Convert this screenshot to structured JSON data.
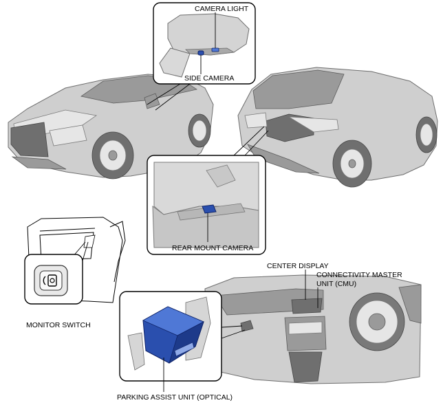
{
  "labels": {
    "camera_light": "CAMERA LIGHT",
    "side_camera": "SIDE CAMERA",
    "rear_mount_camera": "REAR MOUNT CAMERA",
    "monitor_switch": "MONITOR SWITCH",
    "center_display": "CENTER DISPLAY",
    "cmu_line1": "CONNECTIVITY MASTER",
    "cmu_line2": "UNIT (CMU)",
    "parking_assist_unit": "PARKING ASSIST UNIT (OPTICAL)"
  },
  "colors": {
    "component_highlight": "#2a4fae",
    "vehicle_body": "#cfcfcf",
    "leader_line": "#000000"
  },
  "icons": {
    "monitor_switch_icon": "camera-switch-icon"
  }
}
